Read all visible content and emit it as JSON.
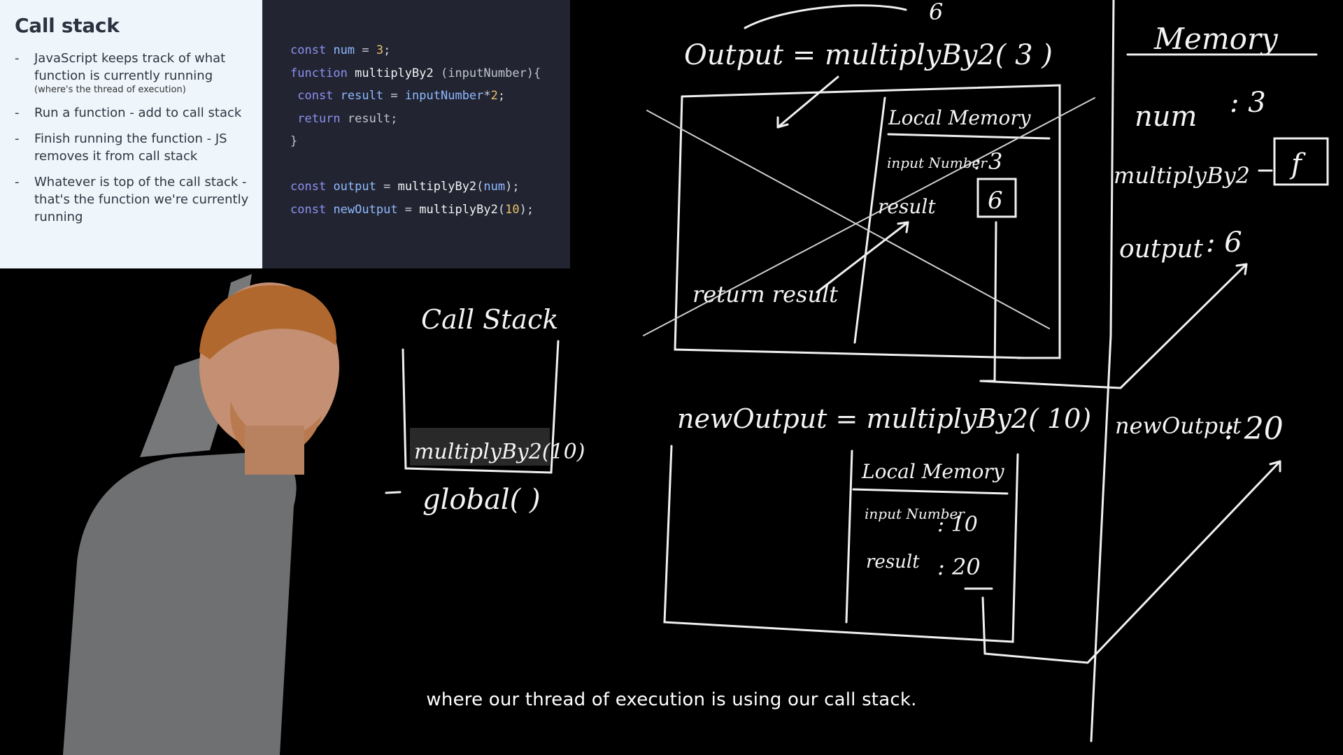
{
  "slide": {
    "title": "Call stack",
    "bullets": [
      {
        "text": "JavaScript keeps track of what function is currently running",
        "note": "(where's the thread of execution)"
      },
      {
        "text": "Run a function - add to call stack",
        "note": ""
      },
      {
        "text": "Finish running the function - JS removes it from call stack",
        "note": ""
      },
      {
        "text": "Whatever is top of the call stack - that's the function we're currently running",
        "note": ""
      }
    ]
  },
  "code": {
    "l1": {
      "kw": "const",
      "name": "num",
      "op": " = ",
      "val": "3",
      "end": ";"
    },
    "l2": {
      "kw": "function",
      "name": "multiplyBy2",
      "rest": " (inputNumber){"
    },
    "l3": {
      "kw": " const",
      "name": "result",
      "op": " = ",
      "expr": "inputNumber",
      "mul": "*",
      "val": "2",
      "end": ";"
    },
    "l4": {
      "kw": " return",
      "rest": " result;"
    },
    "l5": {
      "rest": "}"
    },
    "l7": {
      "kw": "const",
      "name": "output",
      "op": " = ",
      "call": "multiplyBy2",
      "open": "(",
      "arg": "num",
      "end": ");"
    },
    "l8": {
      "kw": "const",
      "name": "newOutput",
      "op": " = ",
      "call": "multiplyBy2",
      "open": "(",
      "arg": "10",
      "end": ");"
    }
  },
  "board": {
    "top_output": "Output = multiplyBy2( 3 )",
    "top_result": "6",
    "local_memory_1": "Local Memory",
    "input_label_1": "input Number",
    "input_value_1": ": 3",
    "result_label_1": "result",
    "result_value_1": "6",
    "return_text": "return result",
    "call_stack_title": "Call Stack",
    "stack_entry": "multiplyBy2(10)",
    "stack_base": "global( )",
    "new_output": "newOutput = multiplyBy2( 10)",
    "local_memory_2": "Local Memory",
    "input_label_2": "input Number",
    "input_value_2": ": 10",
    "result_label_2": "result",
    "result_value_2": ": 20",
    "memory_title": "Memory",
    "mem_num_label": "num",
    "mem_num_value": ": 3",
    "mem_fn_label": "multiplyBy2",
    "mem_fn_value": "f",
    "mem_output_label": "output",
    "mem_output_value": ": 6",
    "mem_newoutput_label": "newOutput",
    "mem_newoutput_value": ": 20"
  },
  "caption": "where our thread of execution is using our call stack."
}
